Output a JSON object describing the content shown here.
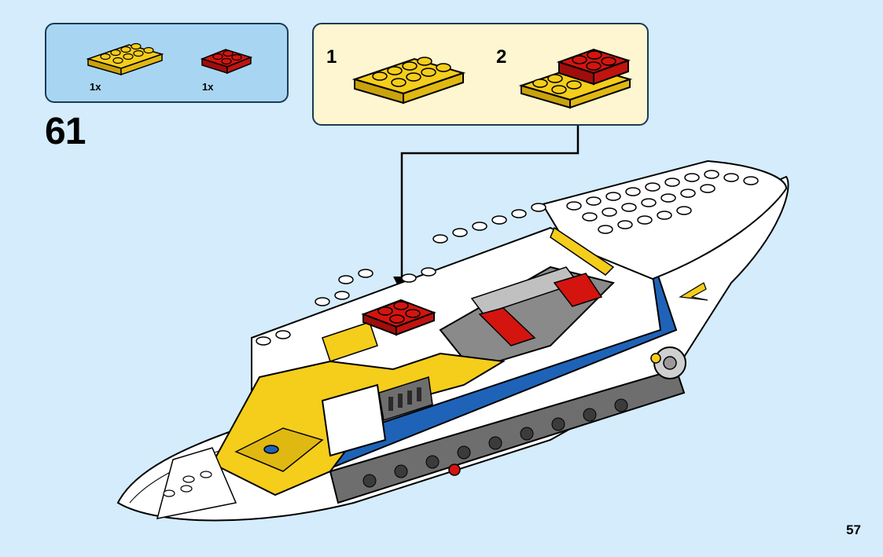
{
  "parts_list": {
    "items": [
      {
        "count": "1x",
        "color": "#f5cd1b",
        "icon": "yellow-plate-2x4-icon"
      },
      {
        "count": "1x",
        "color": "#d4140f",
        "icon": "red-plate-2x2-icon"
      }
    ]
  },
  "substeps": [
    {
      "label": "1",
      "icon": "yellow-plate-assembly-icon"
    },
    {
      "label": "2",
      "icon": "yellow-red-plate-assembly-icon"
    }
  ],
  "step_number": "61",
  "page_number": "57",
  "colors": {
    "background": "#d4ecfb",
    "parts_box": "#a8d6f2",
    "substep_box": "#fdf6d0",
    "brick_yellow": "#f5cd1b",
    "brick_red": "#d4140f",
    "brick_blue": "#1e63b8",
    "brick_white": "#ffffff",
    "brick_gray": "#6e6e6e"
  }
}
